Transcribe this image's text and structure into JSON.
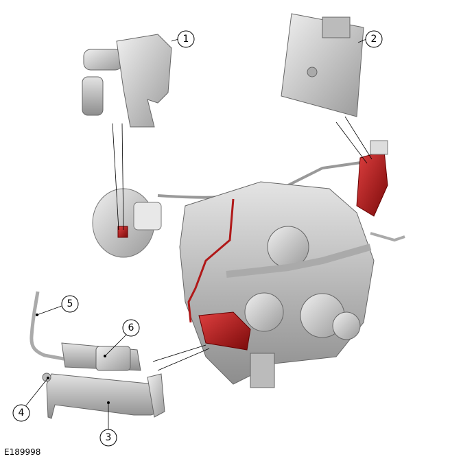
{
  "figure_id": "E189998",
  "callouts": [
    "1",
    "2",
    "3",
    "4",
    "5",
    "6"
  ],
  "colors": {
    "highlight": "#b01818",
    "part": "#c9c9c9",
    "part_dark": "#8a8a8a",
    "line": "#000000"
  }
}
